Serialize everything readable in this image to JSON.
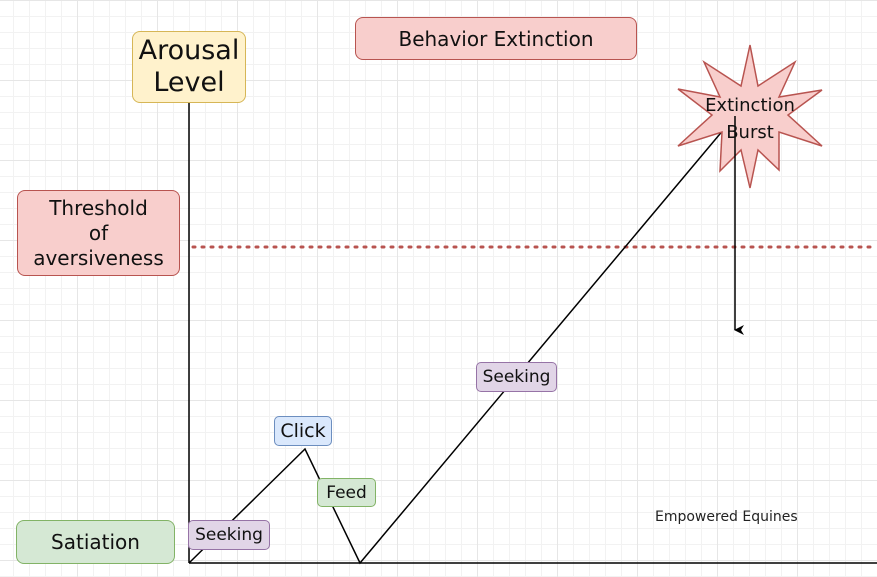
{
  "title": "Behavior Extinction",
  "y_axis_label": "Arousal\nLevel",
  "threshold_label": "Threshold\nof\naversiveness",
  "baseline_label": "Satiation",
  "burst_label": "Extinction\nBurst",
  "segment_labels": {
    "seeking_first": "Seeking",
    "click": "Click",
    "feed": "Feed",
    "seeking_second": "Seeking"
  },
  "credit": "Empowered Equines",
  "colors": {
    "red_fill": "#f8cecc",
    "red_stroke": "#b85450",
    "yellow_fill": "#fff2cc",
    "green_fill": "#d5e8d4",
    "purple_fill": "#e1d5e7",
    "blue_fill": "#dae8fc",
    "threshold_line": "#b85450"
  }
}
